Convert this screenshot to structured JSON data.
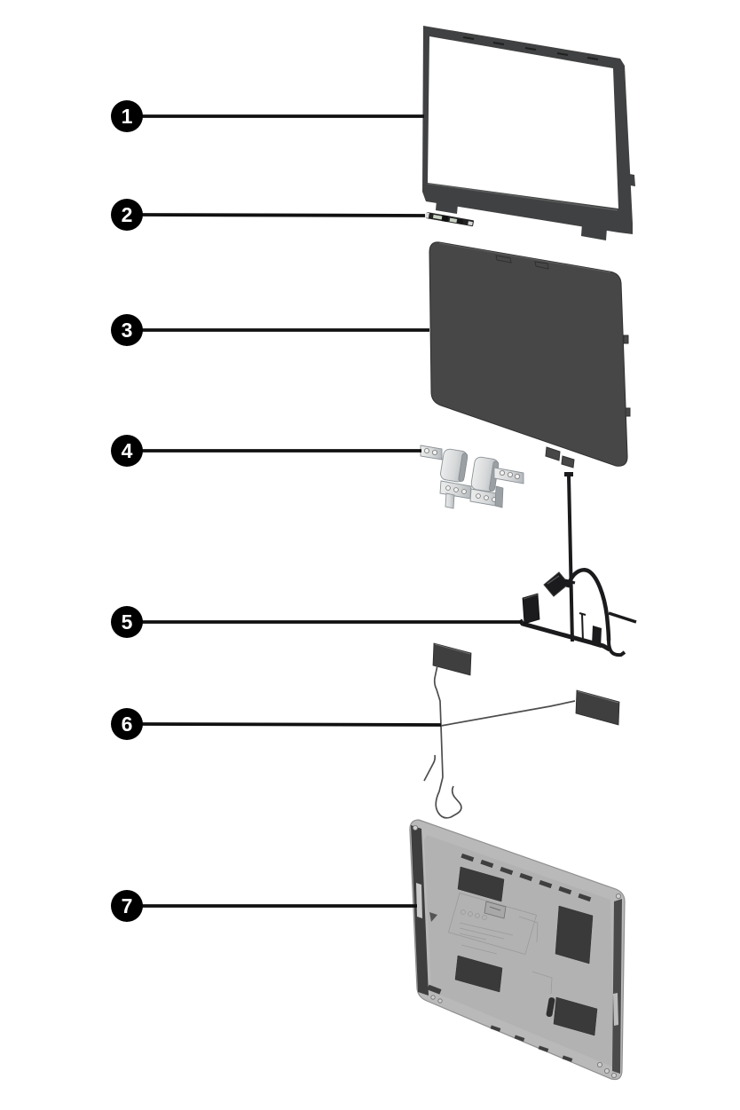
{
  "figure": {
    "type": "exploded-parts-diagram",
    "background_color": "#ffffff"
  },
  "callouts": [
    {
      "label": "1",
      "part": "display-bezel"
    },
    {
      "label": "2",
      "part": "camera-module"
    },
    {
      "label": "3",
      "part": "display-panel"
    },
    {
      "label": "4",
      "part": "hinge-kit"
    },
    {
      "label": "5",
      "part": "display-cable"
    },
    {
      "label": "6",
      "part": "wireless-antenna-kit"
    },
    {
      "label": "7",
      "part": "display-back-cover"
    }
  ],
  "colors": {
    "callout_fill": "#000000",
    "callout_text": "#ffffff",
    "leader_line": "#111111",
    "bezel": "#404142",
    "panel": "#474747",
    "hinge_metal": "#d6d8d9",
    "cable": "#1b1b1d",
    "antenna_pad": "#3f3f3f",
    "wire": "#4d4d4d",
    "cover": "#b9b9b9",
    "cover_edge_left": "#3e3e3e",
    "cover_edge_right": "#4a4a4a",
    "cover_pad": "#3a3a3a"
  }
}
